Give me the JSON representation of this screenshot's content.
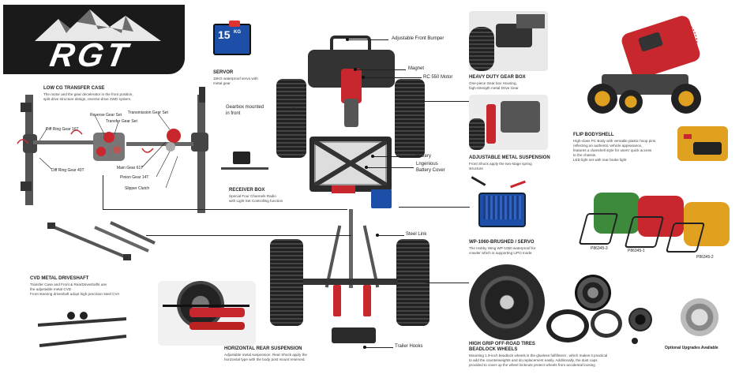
{
  "brand": {
    "logo_text": "RGT"
  },
  "colors": {
    "logo_bg": "#1a1a1a",
    "accent_red": "#c8282d",
    "chassis": "#2b2b2b",
    "tire": "#2a2a2a",
    "green_shell": "#3d8a3d",
    "yellow_shell": "#e0a020"
  },
  "servo": {
    "badge": "15",
    "badge_unit": "KG",
    "title": "SERVOR",
    "desc": [
      "15KG waterproof servo with",
      "metal gear"
    ]
  },
  "labels": {
    "front_bumper": "Adjustable Front Bumper",
    "magnet": "Magnet",
    "motor": "RC 550 Motor",
    "gearbox_front": [
      "Gearbox mounted",
      "in front"
    ],
    "battery": "Battery",
    "battery_cover": [
      "Lngenious",
      "Battery Cover"
    ],
    "steel_link": "Steel Link",
    "trailer_hooks": "Trailer Hooks"
  },
  "transfer_case": {
    "title": "LOW CG TRANSFER CASE",
    "desc": [
      "The motor and the gear decelerator in the front position,",
      "split drive structure design,  reverse-drive 4WD system."
    ],
    "parts": {
      "diff_ring_16t": "Diff Ring Gear 16T",
      "diff_ring_40t": "Diff Ring Gear 40T",
      "reverse_gear": "Reverse Gear Set",
      "transfer_gear": "Transfer Gear Set",
      "transmission_gear": "Transmission Gear Set",
      "main_gear": "Main Gear 61T",
      "pinion_gear": "Pinion Gear 14T",
      "slipper_clutch": "Slipper Clutch"
    }
  },
  "receiver": {
    "title": "RECEIVER BOX",
    "desc": [
      "Special Four Channels Radio",
      "with Light Set Controlling function"
    ]
  },
  "driveshaft": {
    "title": "CVD METAL DRIVESHAFT",
    "desc": [
      "Transfer Case and Front & RearDriveshafts use",
      "the adjustable metal CVD",
      "Front steering driveshaft adopt high precision steel CVA"
    ]
  },
  "rear_suspension": {
    "title": "HORIZONTAL REAR SUSPENSION",
    "desc": [
      "Adjustable metal suspension. Rear Shock apply the",
      "horizontal type with the body post mount reserved."
    ]
  },
  "gearbox": {
    "title": "HEAVY DUTY GEAR BOX",
    "desc": [
      "One-piece Gear box Housing,",
      "high-strength metal Drive Gear"
    ]
  },
  "adj_suspension": {
    "title": "ADJUSTABLE METAL SUSPENSION",
    "desc": [
      "Front Shock apply the two-stage spring",
      "structure"
    ]
  },
  "esc": {
    "title": "WP-1060-BRUSHED / SERVO",
    "desc": [
      "The Hobby Wing WP-1060 waterproof for",
      "crawler which is supporting LiPO mode."
    ]
  },
  "tires": {
    "title": "HIGH GRIP OFF-ROAD TIRES",
    "subtitle": "BEADLOCK WHEELS",
    "desc": [
      "Mounting 1.9-inch beadlock wheels is the glueless fulfillment , which makes it practical",
      "to add the counterweights and do replacement easily. Additionally, the dust caps",
      "provided to cover up the wheel locknuts protect wheels from accidental loosing"
    ]
  },
  "upgrades": {
    "label": "Optional Upgrades Available"
  },
  "flip_shell": {
    "title": "FLIP BODYSHELL",
    "desc": [
      "High-class PC Body with versatile plastic hoop pins,",
      "reflecting an authentic vehicle appearance,",
      "features a clamshell style for users' quick access",
      "to the chassis.",
      "LED light set with rear brake light"
    ]
  },
  "shells": {
    "codes": [
      "P86345-3",
      "P86345-1",
      "P86345-2"
    ]
  }
}
